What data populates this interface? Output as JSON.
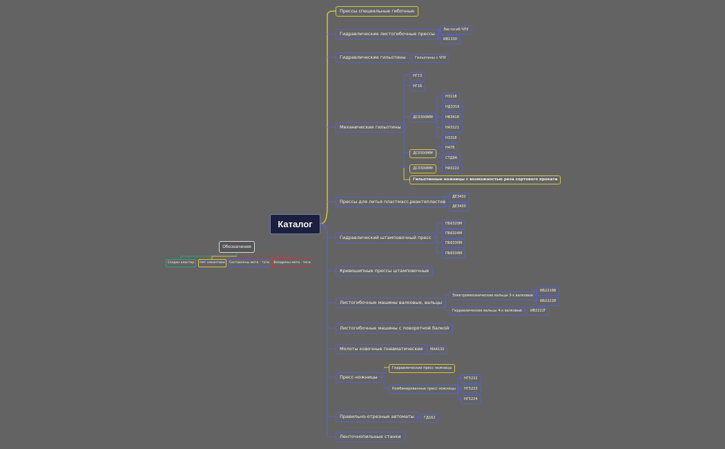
{
  "root": {
    "label": "Каталог"
  },
  "colors": {
    "background": "#636363",
    "branch": "#5a62c8",
    "accent": "#d8c640",
    "root_fill": "#1c1f3d"
  },
  "legend": {
    "title": "Обозначения",
    "items": [
      {
        "label": "Создан кластер",
        "color": "#2fa37a"
      },
      {
        "label": "Нет семантики",
        "color": "#d8c640"
      },
      {
        "label": "Составлены мета - теги",
        "color": "#5a62c8"
      },
      {
        "label": "Внедрены мета - теги",
        "color": "#c03b3b"
      }
    ]
  },
  "branches": [
    {
      "label": "Прессы специальные гибочные"
    },
    {
      "label": "Гидравлические листогибочные прессы",
      "children": [
        "Листогиб ЧПУ",
        "ИВ1330"
      ]
    },
    {
      "label": "Гидравлические гильотины",
      "children": [
        "Гильотины с ЧПУ"
      ]
    },
    {
      "label": "Механические гильотины",
      "children": [
        "НГ13",
        "НГ16",
        "ДС0300ММ",
        "ДС0300ММ",
        "ДС0300ММ",
        "Гильотинные ножницы с возможностью реза сортового проката"
      ],
      "grandchildren": [
        [
          "Н3118",
          "НД3316",
          "НВ3418",
          "НА3121",
          "Н3318"
        ],
        [
          "Н478",
          "СТД9А"
        ],
        [
          "НА3222"
        ]
      ]
    },
    {
      "label": "Прессы для литья пластмасс,реактопластов",
      "children": [
        "ДЕ3432",
        "ДЕ3430"
      ]
    },
    {
      "label": "Гидравлический штамповочный пресс",
      "children": [
        "ПБ6320М",
        "ПБ6324М",
        "ПБ6330М",
        "ПБ6334М"
      ]
    },
    {
      "label": "Кривошипные прессы штамповочные"
    },
    {
      "label": "Листогибочные машины валковые, вальцы",
      "children": [
        "Электромеханические вальцы 3-х валковые",
        "Гидравлические вальцы 4-х валковые"
      ],
      "grandchildren": [
        [
          "ИБ2216В",
          "ИБ2222В"
        ],
        [
          "ИВ2222Г"
        ]
      ]
    },
    {
      "label": "Листогибочные машины с поворотной балкой"
    },
    {
      "label": "Молоты ковочные пневматические",
      "children": [
        "МА4132"
      ]
    },
    {
      "label": "Пресс-ножницы",
      "children": [
        "Гидравлические пресс ножницы",
        "Комбинированные пресс ножницы"
      ],
      "grandchildren": [
        [],
        [
          "НГ5222",
          "НГ5223",
          "НГ5224"
        ]
      ]
    },
    {
      "label": "Правильно-отрезные автоматы",
      "children": [
        "ГД162"
      ]
    },
    {
      "label": "Ленточнопильные станки"
    }
  ]
}
